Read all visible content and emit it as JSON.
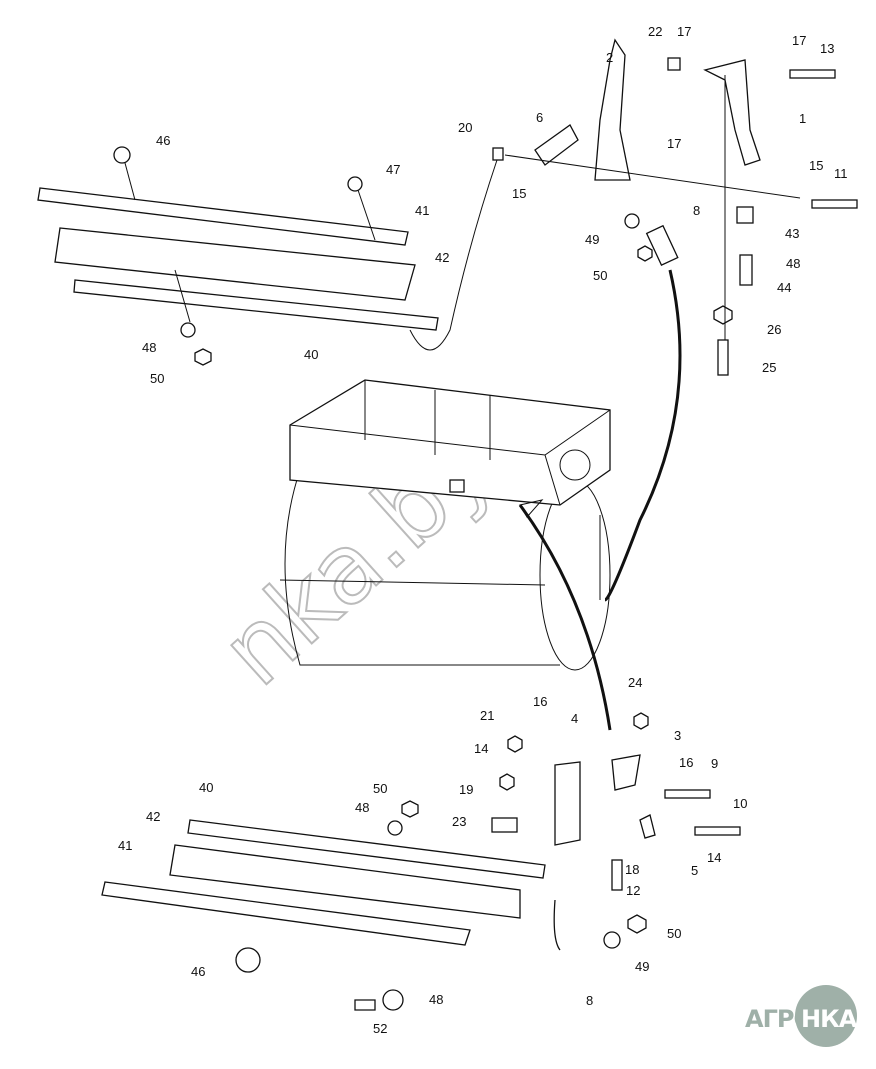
{
  "watermark": "nka.by",
  "logo": {
    "left": "АГРО",
    "right": "НКА",
    "color": "#9fb0a8"
  },
  "callouts": [
    "1",
    "2",
    "3",
    "4",
    "5",
    "6",
    "8",
    "8",
    "9",
    "10",
    "11",
    "12",
    "13",
    "14",
    "14",
    "15",
    "15",
    "16",
    "16",
    "17",
    "17",
    "17",
    "18",
    "19",
    "20",
    "21",
    "22",
    "23",
    "24",
    "25",
    "26",
    "40",
    "40",
    "41",
    "41",
    "42",
    "42",
    "43",
    "44",
    "46",
    "46",
    "47",
    "48",
    "48",
    "48",
    "48",
    "49",
    "49",
    "50",
    "50",
    "50",
    "50",
    "52"
  ]
}
